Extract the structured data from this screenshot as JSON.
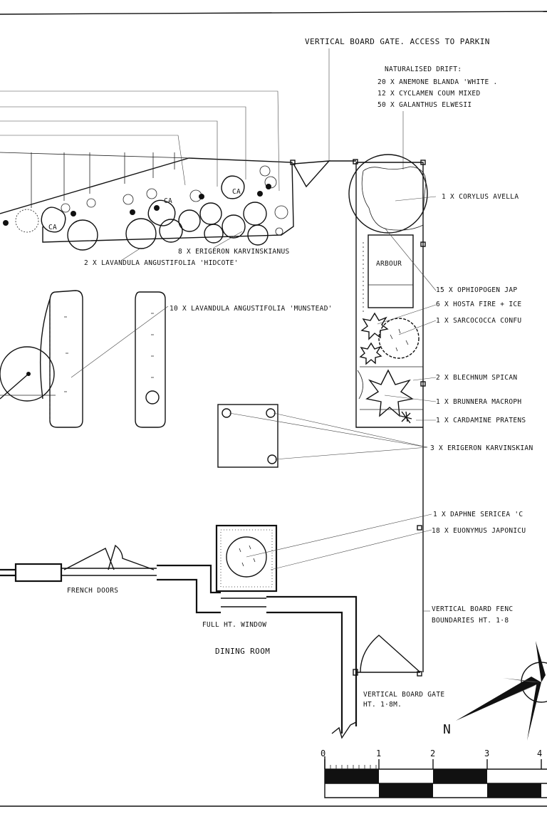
{
  "plan": {
    "labels": {
      "gate_top": "VERTICAL BOARD GATE. ACCESS TO PARKIN",
      "drift_title": "NATURALISED DRIFT:",
      "drift_1": "20 x ANEMONE BLANDA 'WHITE .",
      "drift_2": "12 x CYCLAMEN COUM MIXED",
      "drift_3": "50 x GALANTHUS ELWESII",
      "corylus": "1 x CORYLUS AVELLA",
      "erigeron_8": "8 x ERIGERON KARVINSKIANUS",
      "lavandula_hidcote": "2 x LAVANDULA ANGUSTIFOLIA 'HIDCOTE'",
      "lavandula_munstead": "10 x LAVANDULA ANGUSTIFOLIA 'MUNSTEAD'",
      "arbour": "ARBOUR",
      "ophiopogon": "15 x OPHIOPOGEN JAP",
      "hosta": "6 x HOSTA FIRE + ICE",
      "sarcococca": "1 x SARCOCOCCA CONFU",
      "blechnum": "2 x BLECHNUM SPICAN",
      "brunnera": "1 x BRUNNERA MACROPH",
      "cardamine": "1 x CARDAMINE PRATENS",
      "erigeron_3": "3 x ERIGERON KARVINSKIAN",
      "daphne": "1 x DAPHNE SERICEA 'C",
      "euonymus": "18 x EUONYMUS JAPONICU",
      "french_doors": "FRENCH DOORS",
      "full_window": "FULL HT. WINDOW",
      "dining_room": "DINING ROOM",
      "fence_1": "VERTICAL BOARD FENC",
      "fence_2": "BOUNDARIES HT. 1·8",
      "gate_bottom_1": "VERTICAL BOARD GATE",
      "gate_bottom_2": "HT. 1·8M.",
      "ca": "CA",
      "north": "N"
    },
    "scale_bar": {
      "ticks": [
        "0",
        "1",
        "2",
        "3",
        "4"
      ]
    }
  }
}
